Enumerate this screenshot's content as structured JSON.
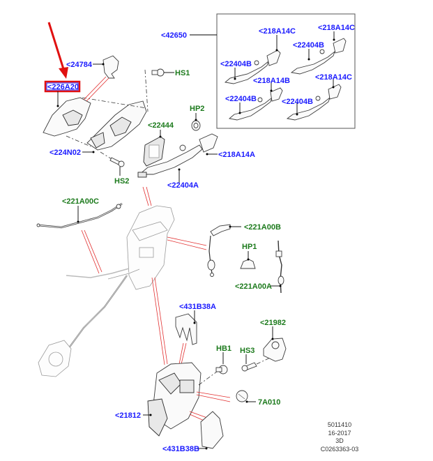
{
  "diagram": {
    "title": "Door handle and latch assembly exploded view",
    "highlight": {
      "label": "<226A20",
      "box_color": "#e01010",
      "arrow_color": "#e01010"
    },
    "colors": {
      "ford_part_label": "#1a1aff",
      "hardware_label": "#1c7a1c",
      "leader_line": "#000000",
      "relation_line": "#e23030"
    },
    "labels": {
      "l226A20": "<226A20",
      "l24784": "<24784",
      "l42650": "<42650",
      "lHS1": "HS1",
      "lHP2": "HP2",
      "l22444": "<22444",
      "l224N02": "<224N02",
      "lHS2": "HS2",
      "l218A14A": "<218A14A",
      "l22404A": "<22404A",
      "l221A00C": "<221A00C",
      "l221A00B": "<221A00B",
      "lHP1": "HP1",
      "l221A00A": "<221A00A",
      "l431B38A": "<431B38A",
      "l21982": "<21982",
      "lHB1": "HB1",
      "lHS3": "HS3",
      "l7A010": "7A010",
      "l21812": "<21812",
      "l431B38B": "<431B38B"
    },
    "kit_box": {
      "labels": {
        "k218A14C_1": "<218A14C",
        "k218A14C_2": "<218A14C",
        "k22404B_1": "<22404B",
        "k22404B_2": "<22404B",
        "k218A14B": "<218A14B",
        "k218A14C_3": "<218A14C",
        "k22404B_3": "<22404B",
        "k22404B_4": "<22404B"
      }
    },
    "footer": {
      "line1": "5011410",
      "line2": "16-2017",
      "line3": "3D",
      "line4": "C0263363-03"
    }
  }
}
